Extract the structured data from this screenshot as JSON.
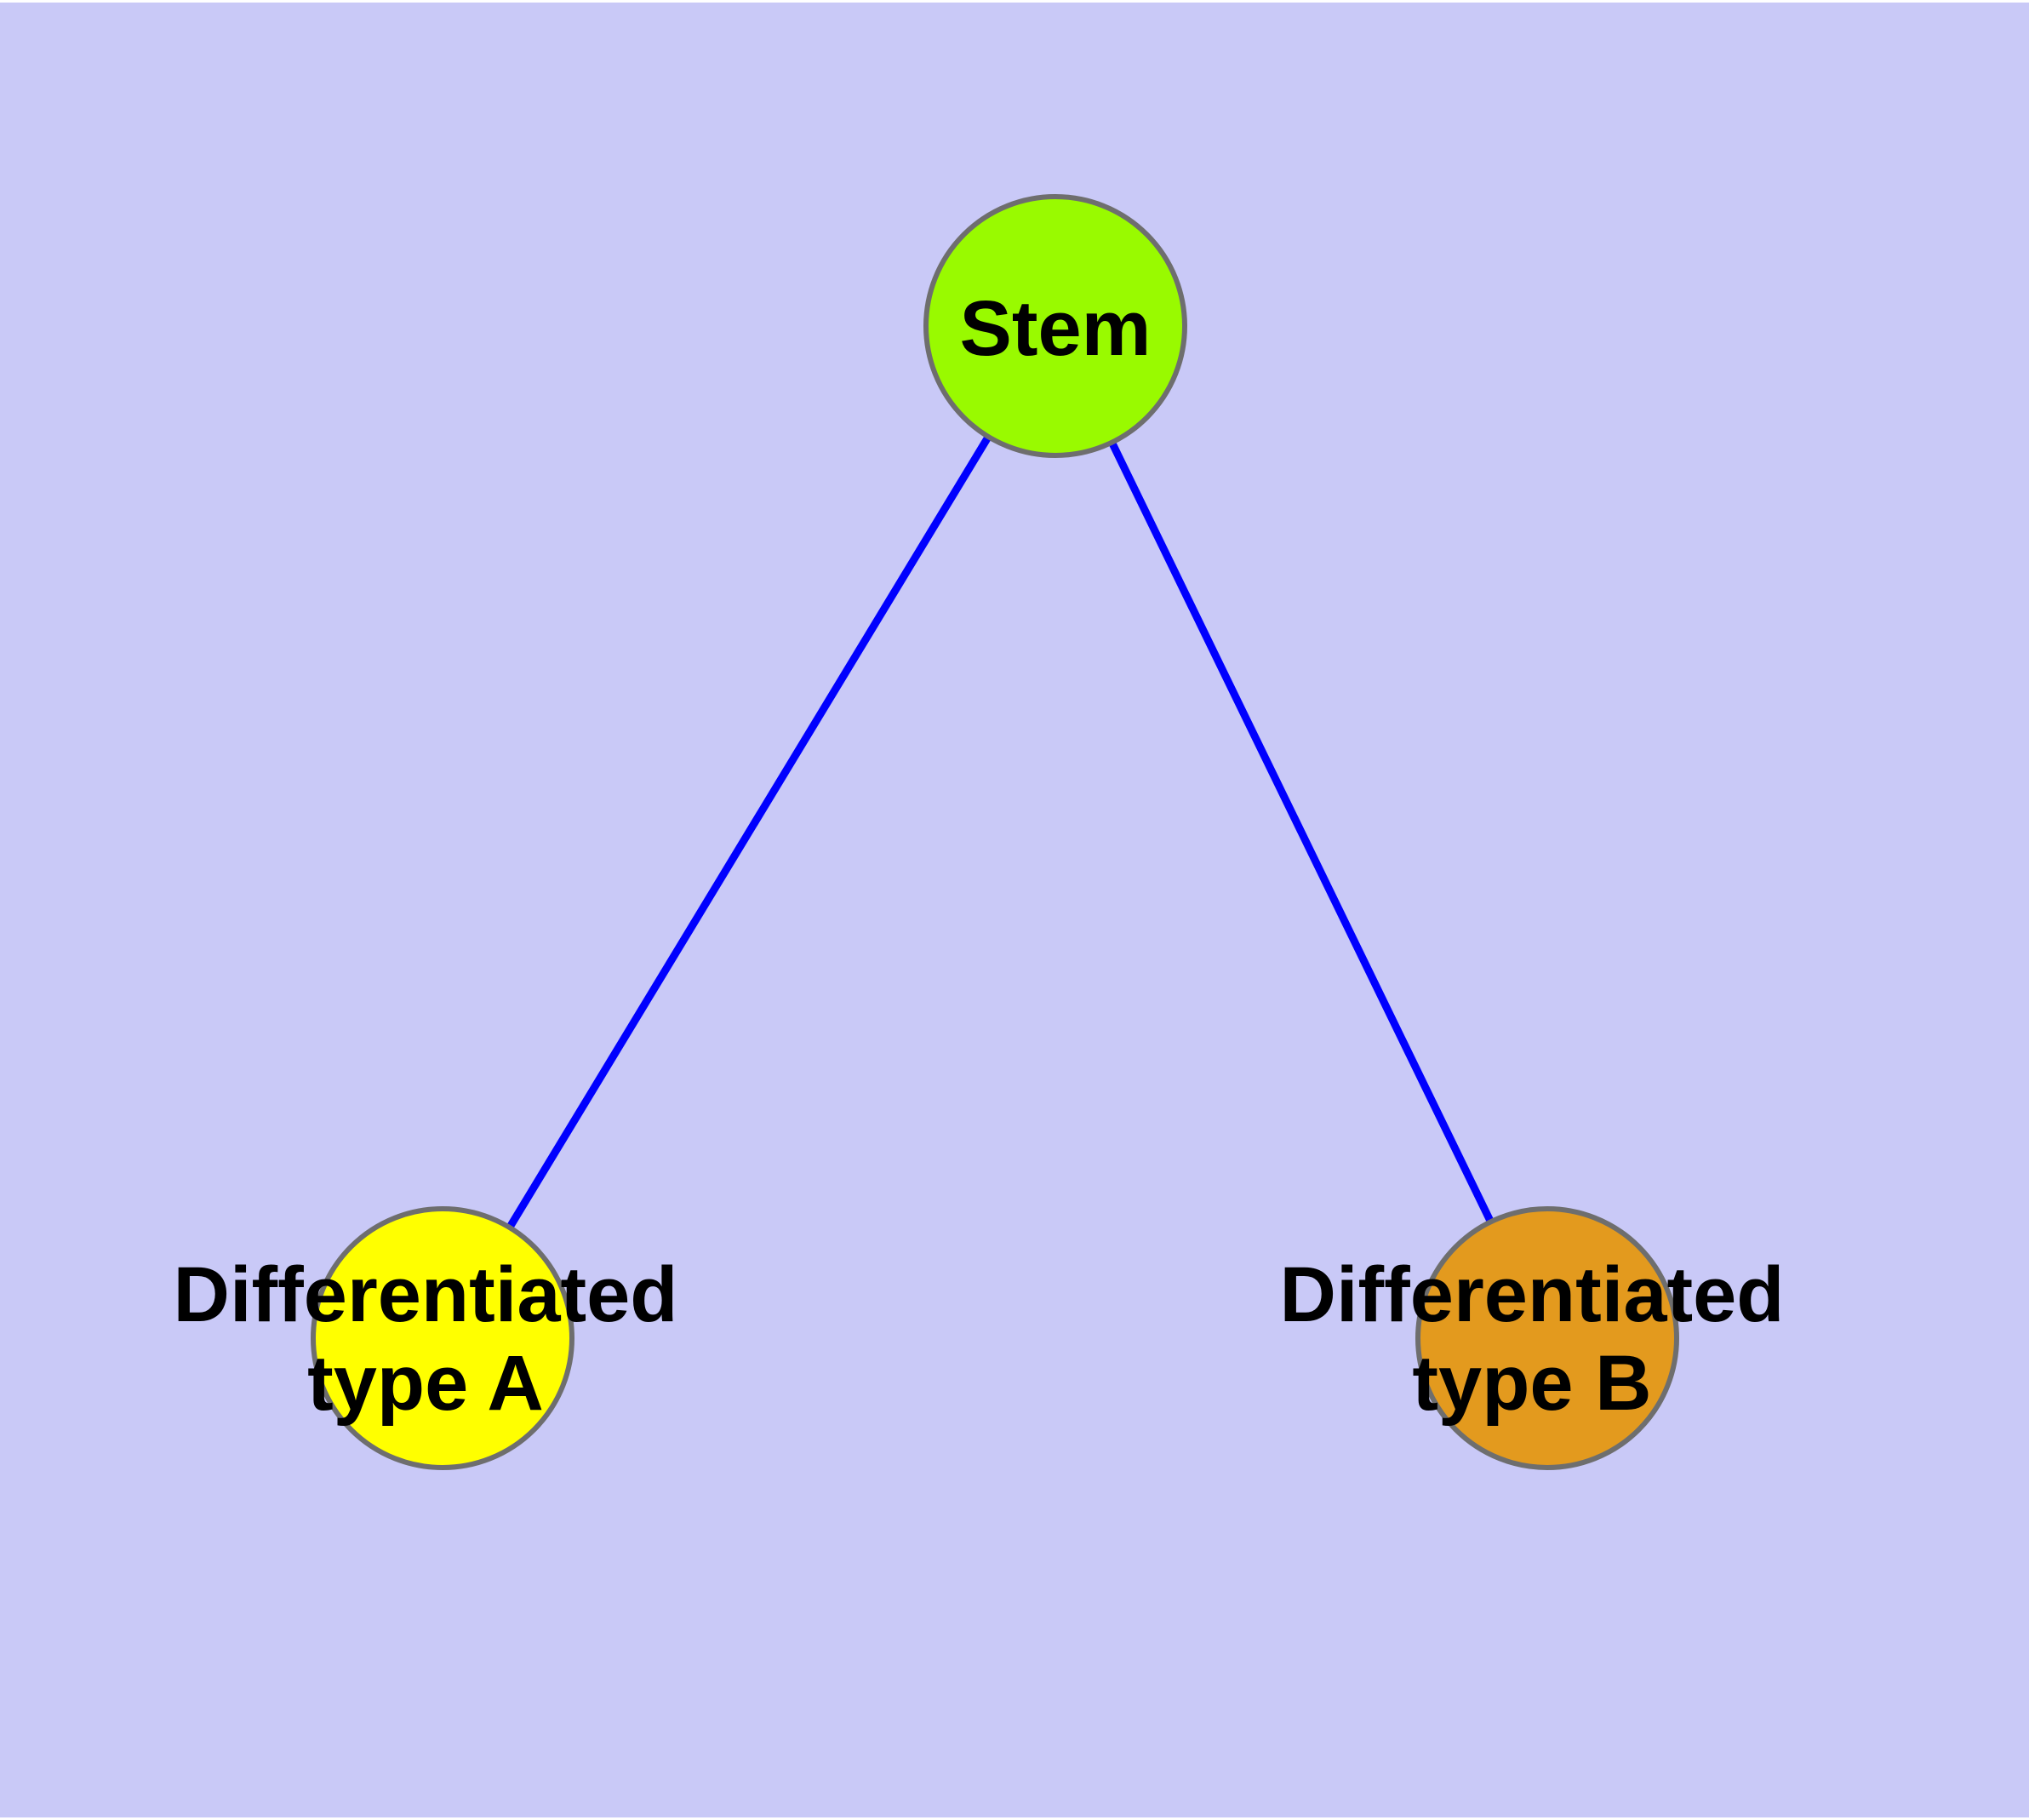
{
  "diagram": {
    "background_color": "#C9C9F7",
    "frame_color": "#FFFFFF",
    "edge_color": "#0000FE",
    "edge_width": "9",
    "node_border_color": "#6E6E6E",
    "node_border_width": "6",
    "text_color": "#000000",
    "nodes": {
      "stem": {
        "label": "Stem",
        "color": "#99FA00"
      },
      "type_a": {
        "label_line1": "Differentiated",
        "label_line2": "type A",
        "color": "#FFFF00"
      },
      "type_b": {
        "label_line1": "Differentiated",
        "label_line2": "type B",
        "color": "#E39A1E"
      }
    },
    "edges": [
      {
        "from": "Stem",
        "to": "Differentiated type A"
      },
      {
        "from": "Stem",
        "to": "Differentiated type B"
      }
    ]
  }
}
